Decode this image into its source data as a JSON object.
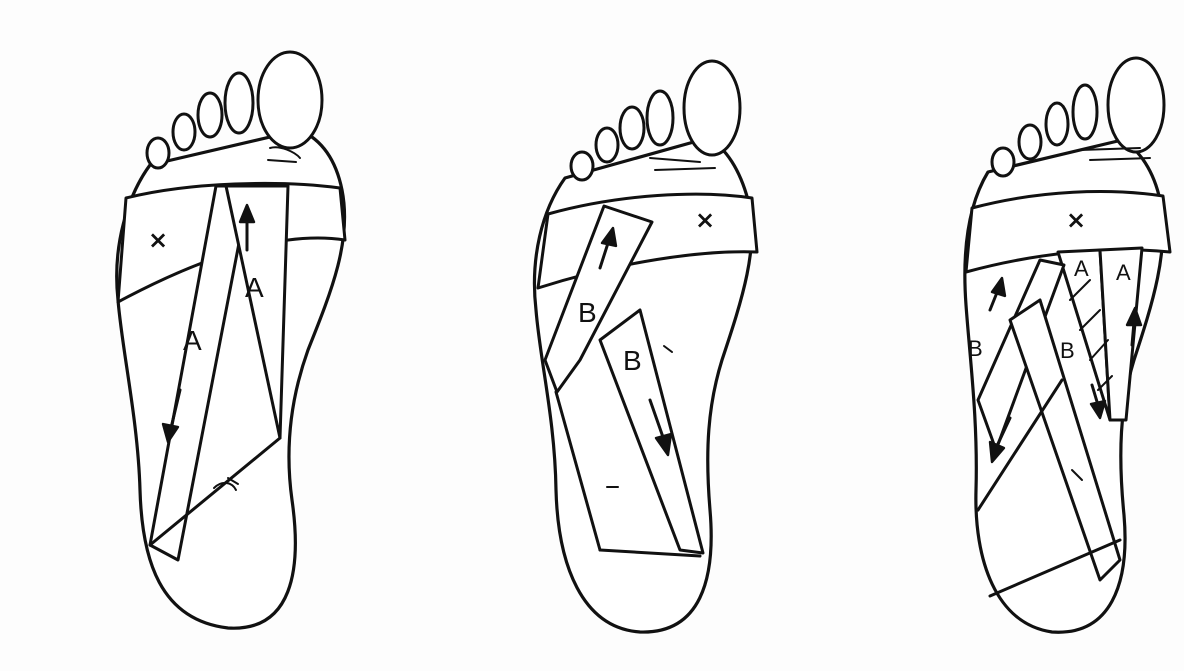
{
  "figures": [
    {
      "id": "foot-1",
      "strip_labels": [
        "A",
        "A"
      ],
      "mark": "×"
    },
    {
      "id": "foot-2",
      "strip_labels": [
        "B",
        "B"
      ],
      "mark": "×"
    },
    {
      "id": "foot-3",
      "strip_labels": [
        "A",
        "A",
        "B",
        "B"
      ],
      "mark": "×"
    }
  ]
}
